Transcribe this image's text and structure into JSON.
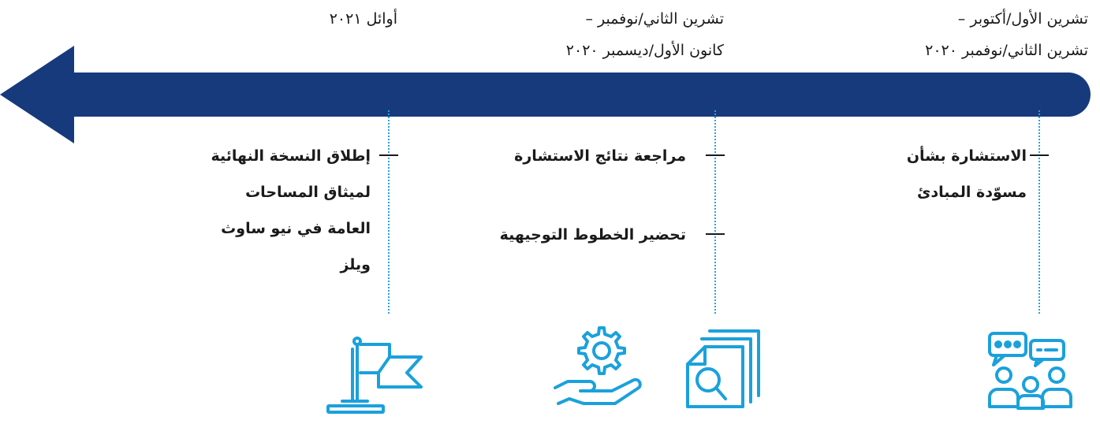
{
  "colors": {
    "arrow": "#163a7c",
    "accent": "#1aa1dc",
    "text": "#1a1a1a"
  },
  "columns": [
    {
      "date_lines": [
        "تشرين الأول/أكتوبر –",
        "تشرين الثاني/نوفمبر ٢٠٢٠"
      ],
      "items": [
        {
          "lines": [
            "الاستشارة بشأن",
            "مسوّدة المبادئ"
          ]
        }
      ],
      "icons": [
        "consultation-group-icon"
      ]
    },
    {
      "date_lines": [
        "تشرين الثاني/نوفمبر –",
        "كانون الأول/ديسمبر ٢٠٢٠"
      ],
      "items": [
        {
          "lines": [
            "مراجعة نتائج الاستشارة"
          ]
        },
        {
          "lines": [
            "تحضير الخطوط التوجيهية"
          ]
        }
      ],
      "icons": [
        "document-search-icon",
        "hand-gear-icon"
      ]
    },
    {
      "date_lines": [
        "أوائل ٢٠٢١"
      ],
      "items": [
        {
          "lines": [
            "إطلاق النسخة النهائية",
            "لميثاق المساحات",
            "العامة في نيو ساوث",
            "ويلز"
          ]
        }
      ],
      "icons": [
        "flag-icon"
      ]
    }
  ]
}
